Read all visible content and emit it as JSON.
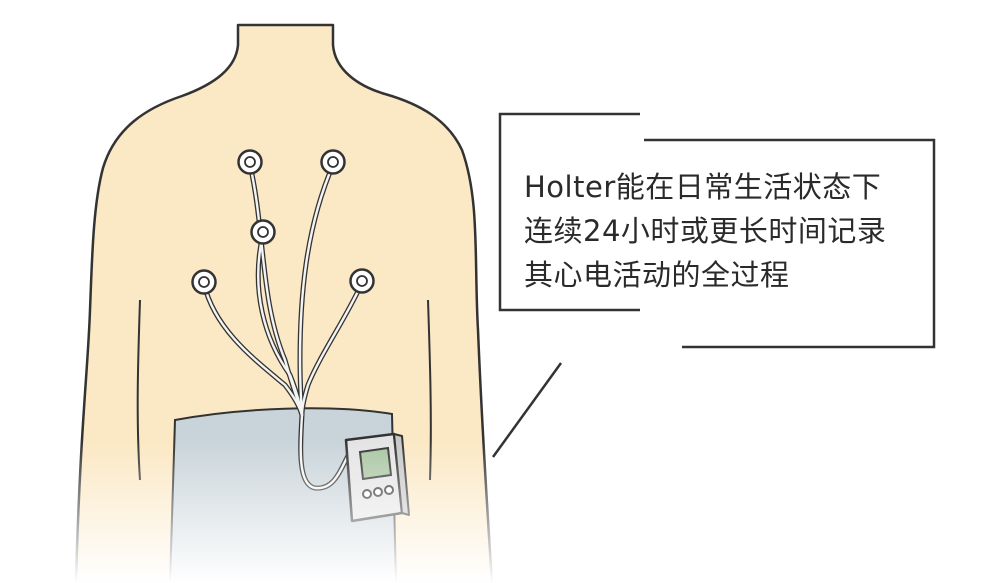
{
  "callout": {
    "lines": [
      "Holter能在日常生活状态下",
      "连续24小时或更长时间记录",
      "其心电活动的全过程"
    ]
  },
  "colors": {
    "skin": "#fbe8c4",
    "outline": "#333333",
    "pants": "#c9d4da",
    "device": "#e4e4e4",
    "screen": "#a9c6a3"
  },
  "icons": {
    "figure": "human-torso",
    "device": "holter-monitor"
  }
}
